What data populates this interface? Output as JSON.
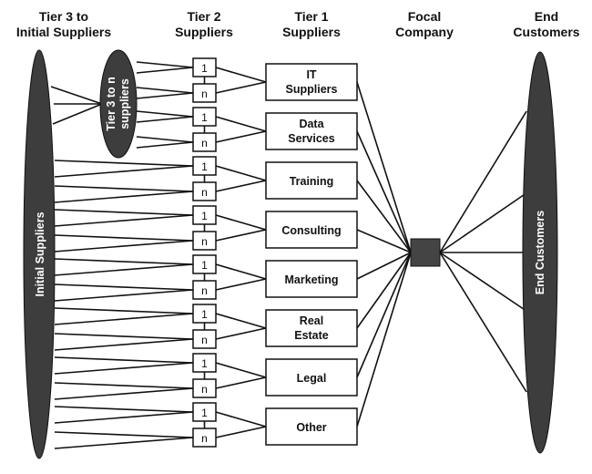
{
  "headers": {
    "tier3": [
      "Tier 3 to",
      "Initial Suppliers"
    ],
    "tier2": [
      "Tier 2",
      "Suppliers"
    ],
    "tier1": [
      "Tier 1",
      "Suppliers"
    ],
    "focal": [
      "Focal",
      "Company"
    ],
    "end": [
      "End",
      "Customers"
    ]
  },
  "initial_suppliers_label": "Initial Suppliers",
  "tier3_to_n_label": [
    "Tier 3 to n",
    "suppliers"
  ],
  "tier2_box_labels": [
    "1",
    "n"
  ],
  "tier1_suppliers": [
    [
      "IT",
      "Suppliers"
    ],
    [
      "Data",
      "Services"
    ],
    [
      "Training"
    ],
    [
      "Consulting"
    ],
    [
      "Marketing"
    ],
    [
      "Real",
      "Estate"
    ],
    [
      "Legal"
    ],
    [
      "Other"
    ]
  ],
  "end_customers_label": "End Customers",
  "colors": {
    "ellipse_fill": "#3d3d3d",
    "focal_fill": "#444444",
    "stroke": "#111111"
  }
}
